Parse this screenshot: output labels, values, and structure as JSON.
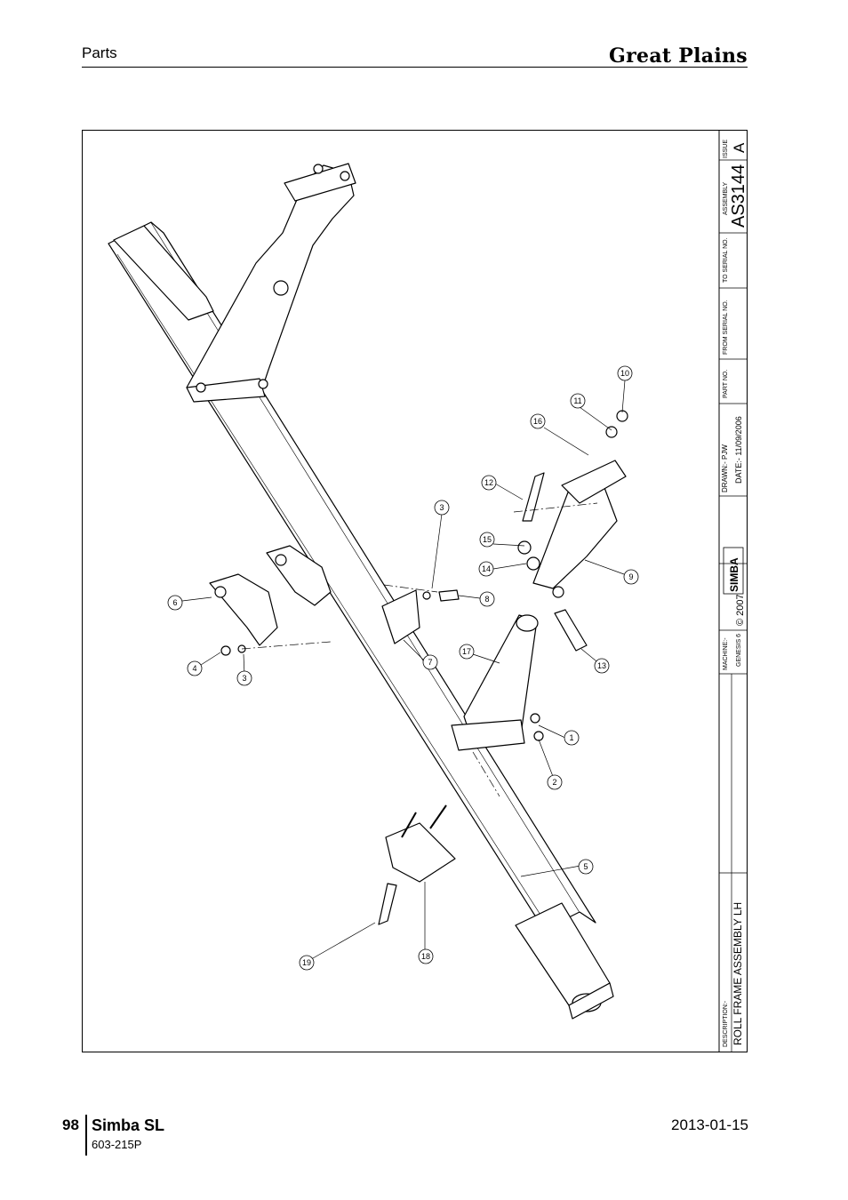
{
  "header": {
    "section": "Parts",
    "brand": "Great Plains"
  },
  "title_block": {
    "issue_label": "ISSUE",
    "issue": "A",
    "assembly_label": "ASSEMBLY",
    "assembly": "AS3144",
    "to_serial_label": "TO SERIAL NO.",
    "from_serial_label": "FROM SERIAL NO.",
    "part_no_label": "PART NO.",
    "drawn": "DRAWN:-  PJW",
    "date": "DATE:-  11/09/2006",
    "logo_text": "SIMBA",
    "copyright": "© 2007",
    "machine_label": "MACHINE:-",
    "machine": "GENESIS 6",
    "description_label": "DESCRIPTION:-",
    "description": "ROLL FRAME ASSEMBLY LH"
  },
  "callouts": [
    "10",
    "11",
    "16",
    "12",
    "3",
    "15",
    "14",
    "9",
    "8",
    "6",
    "7",
    "4",
    "3",
    "17",
    "13",
    "1",
    "2",
    "5",
    "18",
    "19"
  ],
  "footer": {
    "page": "98",
    "title": "Simba SL",
    "doc": "603-215P",
    "date": "2013-01-15"
  }
}
